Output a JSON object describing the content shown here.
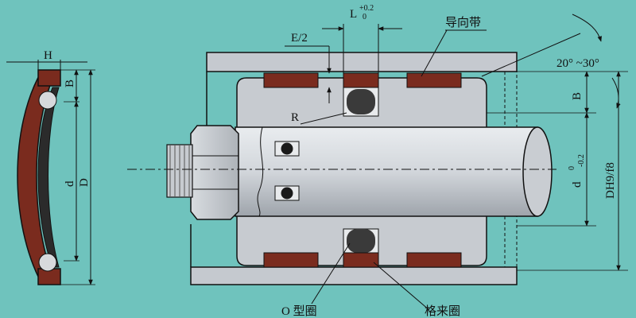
{
  "labels": {
    "H": "H",
    "B_left": "B",
    "d_left": "d",
    "D_left": "D",
    "L": "L",
    "L_tol_upper": "+0.2",
    "L_tol_lower": "0",
    "E_half": "E/2",
    "R": "R",
    "guide_band": "导向带",
    "angle": "20° ~30°",
    "B_right": "B",
    "d_right": "d",
    "d_tol_upper": "0",
    "d_tol_lower": "-0.2",
    "DH9": "DH9/f8",
    "o_ring": "O 型圈",
    "glyd_ring": "格来圈"
  },
  "colors": {
    "background": "#6fc3bd",
    "metal": "#c5c9cf",
    "seal": "#7a2b1e",
    "oring": "#3a3a3a",
    "line": "#111111"
  }
}
